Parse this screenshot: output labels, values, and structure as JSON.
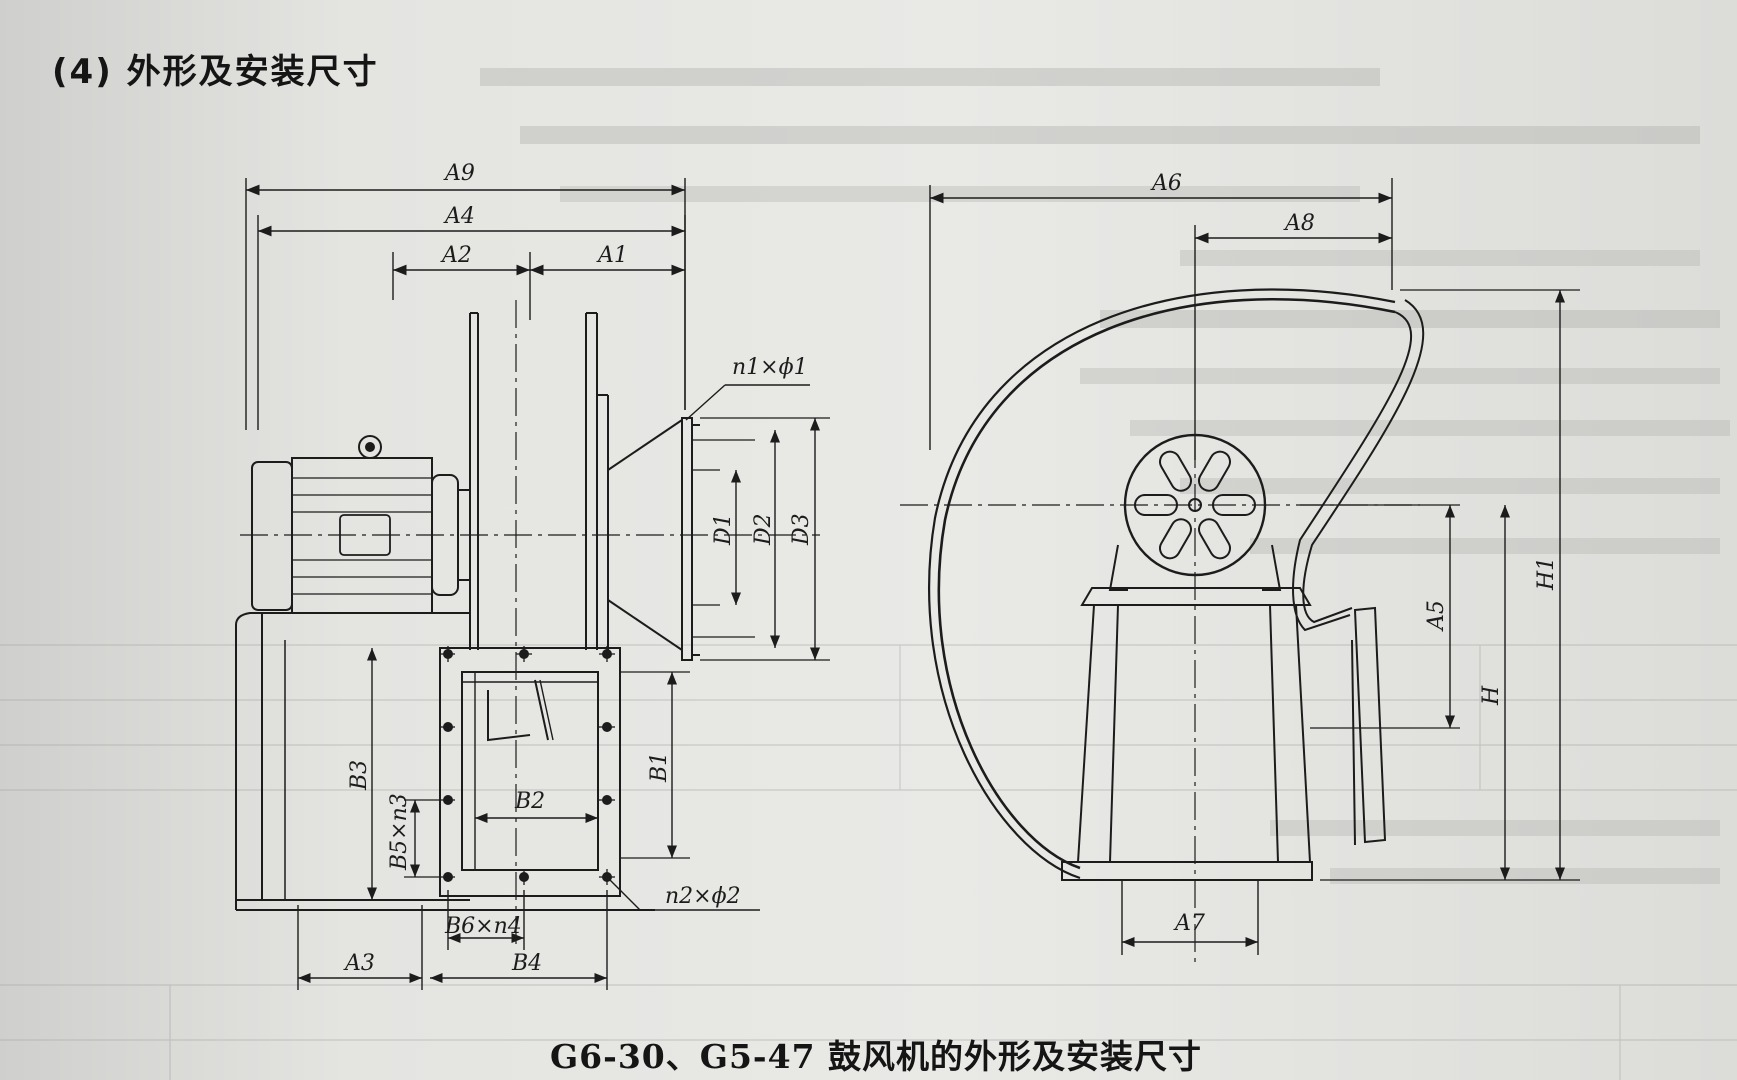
{
  "section_title": "(4) 外形及安装尺寸",
  "caption": "G6-30、G5-47 鼓风机的外形及安装尺寸",
  "labels": {
    "A9": "A9",
    "A4": "A4",
    "A2": "A2",
    "A1": "A1",
    "A3": "A3",
    "B4": "B4",
    "B6n4": "B6×n4",
    "B3": "B3",
    "B5n3": "B5×n3",
    "B1": "B1",
    "B2": "B2",
    "D1": "D1",
    "D2": "D2",
    "D3": "D3",
    "n1phi1": "n1×ϕ1",
    "n2phi2": "n2×ϕ2",
    "A6": "A6",
    "A8": "A8",
    "A5": "A5",
    "A7": "A7",
    "H": "H",
    "H1": "H1"
  },
  "colors": {
    "ink": "#1c1c1c",
    "paper": "#e6e6e3"
  }
}
